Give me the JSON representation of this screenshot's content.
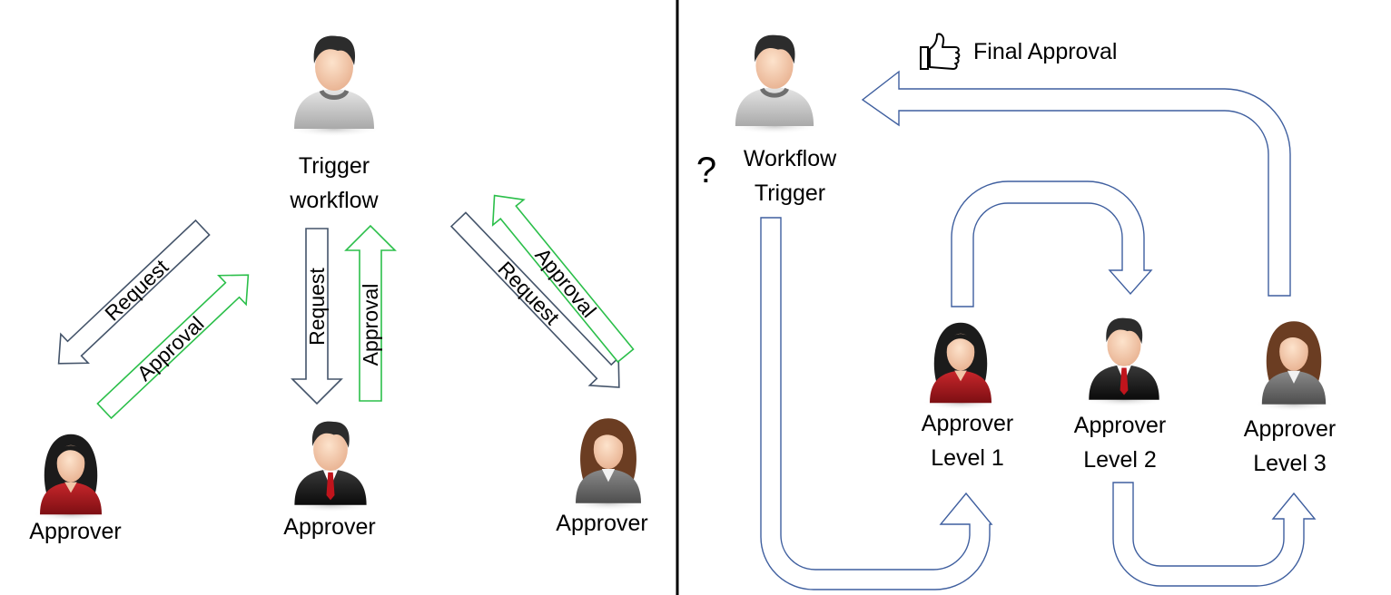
{
  "left_panel": {
    "trigger": {
      "line1": "Trigger",
      "line2": "workflow"
    },
    "approvers": [
      "Approver",
      "Approver",
      "Approver"
    ],
    "arrows": {
      "request": "Request",
      "approval": "Approval"
    }
  },
  "right_panel": {
    "trigger": {
      "line1": "Workflow",
      "line2": "Trigger"
    },
    "question_mark": "?",
    "final_approval": "Final Approval",
    "approver_prefix": "Approver",
    "levels": [
      "Level 1",
      "Level 2",
      "Level 3"
    ]
  },
  "colors": {
    "request_arrow": "#44546a",
    "approval_arrow": "#2bbf4a",
    "flow_arrow": "#3f5f9f",
    "divider": "#000000"
  },
  "icons": [
    "person-trigger-icon",
    "woman-red-icon",
    "man-suit-icon",
    "woman-gray-icon",
    "thumbs-up-icon"
  ]
}
